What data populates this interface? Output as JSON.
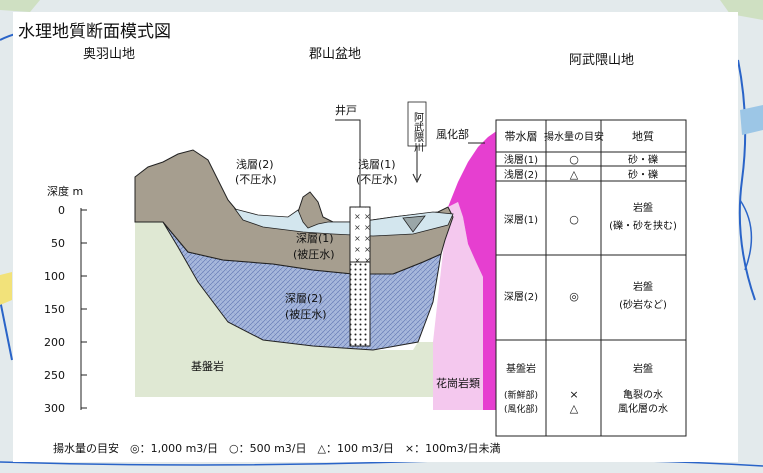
{
  "title": "水理地質断面模式図",
  "regions": {
    "left": "奥羽山地",
    "center": "郡山盆地",
    "right": "阿武隈山地"
  },
  "labels": {
    "well": "井戸",
    "river": "阿武隈川",
    "weathered": "風化部",
    "shallow2": [
      "浅層(2)",
      "(不圧水)"
    ],
    "shallow1": [
      "浅層(1)",
      "(不圧水)"
    ],
    "deep1": [
      "深層(1)",
      "(被圧水)"
    ],
    "deep2": [
      "深層(2)",
      "(被圧水)"
    ],
    "bedrock": "基盤岩",
    "granite": "花崗岩類"
  },
  "depth_axis": {
    "label": "深度 m",
    "ticks": [
      "0",
      "50",
      "100",
      "150",
      "200",
      "250",
      "300"
    ]
  },
  "table": {
    "headers": [
      "帯水層",
      "揚水量の目安",
      "地質"
    ],
    "rows": [
      {
        "layer": "浅層(1)",
        "yield": "○",
        "geology": "砂・礫"
      },
      {
        "layer": "浅層(2)",
        "yield": "△",
        "geology": "砂・礫"
      },
      {
        "layer": "深層(1)",
        "yield": "○",
        "geology": [
          "岩盤",
          "(礫・砂を挟む)"
        ]
      },
      {
        "layer": "深層(2)",
        "yield": "◎",
        "geology": [
          "岩盤",
          "(砂岩など)"
        ]
      },
      {
        "layer": [
          "基盤岩",
          "(新鮮部)",
          "(風化部)"
        ],
        "yield": [
          "×",
          "△"
        ],
        "geology": [
          "岩盤",
          "亀裂の水",
          "風化層の水"
        ]
      }
    ]
  },
  "legend": "揚水量の目安　◎：1,000 m3/日　○：500 m3/日　△：100 m3/日　×：100m3/日未満",
  "colors": {
    "bedrock": "#dfe8d3",
    "mountain": "#a69e8f",
    "deep2": "#9fb1d8",
    "shallow": "#d3e6ee",
    "granite": "#f4c8ee",
    "weathered": "#e63fd0"
  }
}
